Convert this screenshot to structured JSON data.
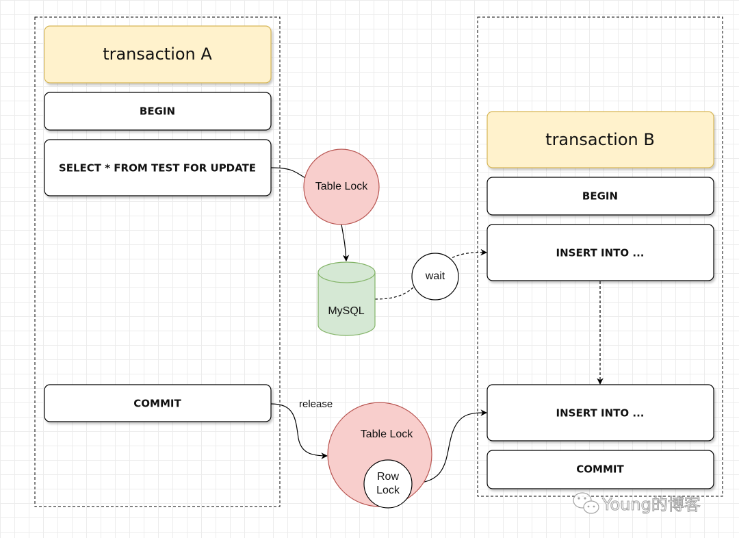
{
  "transaction_a": {
    "title": "transaction A",
    "begin": "BEGIN",
    "select": "SELECT * FROM TEST FOR UPDATE",
    "commit": "COMMIT"
  },
  "transaction_b": {
    "title": "transaction B",
    "begin": "BEGIN",
    "insert_1": "INSERT INTO ...",
    "insert_2": "INSERT INTO ...",
    "commit": "COMMIT"
  },
  "nodes": {
    "table_lock_top": "Table Lock",
    "mysql": "MySQL",
    "wait": "wait",
    "table_lock_bottom": "Table Lock",
    "row_lock_line1": "Row",
    "row_lock_line2": "Lock"
  },
  "edges": {
    "release": "release"
  },
  "watermark": {
    "text": "Young的博客",
    "icon": "wechat-icon"
  },
  "colors": {
    "title_fill": "#fff2cc",
    "title_stroke": "#d6b656",
    "lock_fill": "#f8cecc",
    "lock_stroke": "#b85450",
    "db_fill": "#d5e8d4",
    "db_stroke": "#82b366"
  }
}
